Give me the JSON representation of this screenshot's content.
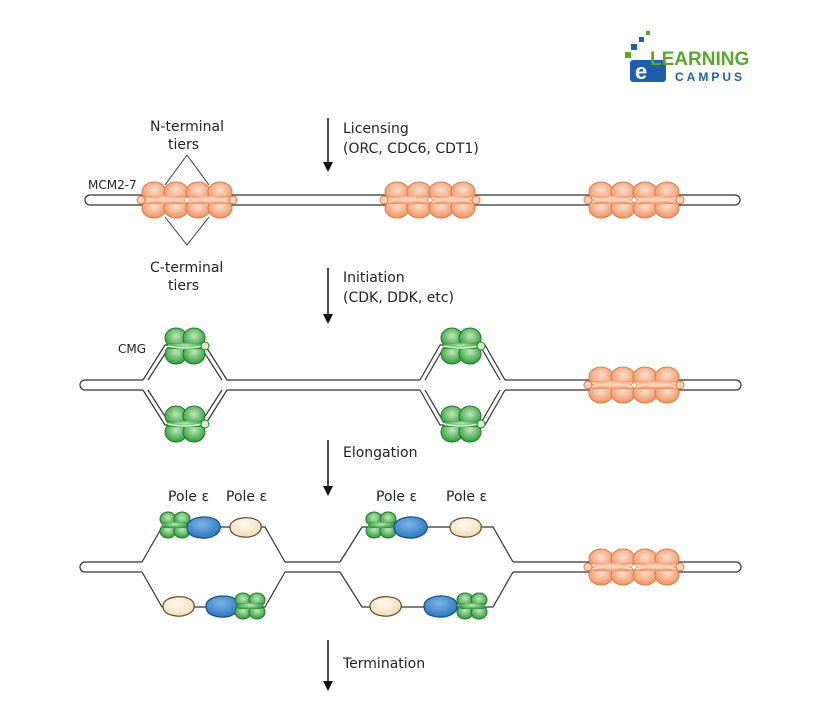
{
  "logo": {
    "line1": "LEARNING",
    "line2": "CAMPUS",
    "colors": {
      "blue": "#1f5fa8",
      "green": "#5aa62e"
    }
  },
  "stages": {
    "licensing": {
      "title": "Licensing",
      "subtitle": "(ORC, CDC6, CDT1)"
    },
    "initiation": {
      "title": "Initiation",
      "subtitle": "(CDK, DDK, etc)"
    },
    "elongation": {
      "title": "Elongation"
    },
    "termination": {
      "title": "Termination"
    }
  },
  "labels": {
    "n_terminal": [
      "N-terminal",
      "tiers"
    ],
    "c_terminal": [
      "C-terminal",
      "tiers"
    ],
    "mcm": "MCM2-7",
    "cmg": "CMG",
    "pole": "Pole ε"
  },
  "colors": {
    "mcm_orange": "#f2a57a",
    "cmg_green": "#4caf50",
    "polymerase_blue": "#3a86c8",
    "polymerase_cream": "#f8e6c4",
    "dna_outline": "#333333"
  }
}
